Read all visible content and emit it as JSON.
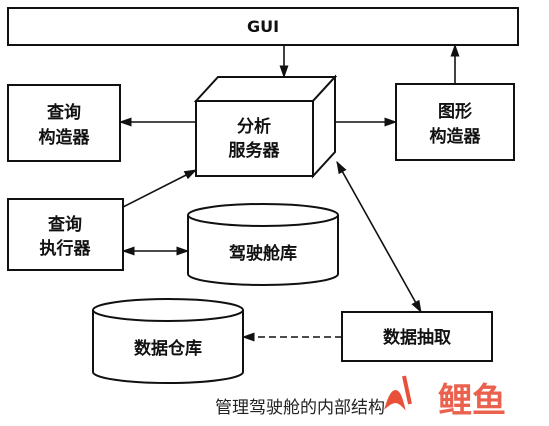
{
  "nodes": {
    "gui": "GUI",
    "query_builder": [
      "查询",
      "构造器"
    ],
    "analysis_server": [
      "分析",
      "服务器"
    ],
    "graphics_builder": [
      "图形",
      "构造器"
    ],
    "query_executor": [
      "查询",
      "执行器"
    ],
    "cockpit_db": "驾驶舱库",
    "data_warehouse": "数据仓库",
    "data_extraction": "数据抽取"
  },
  "caption": "管理驾驶舱的内部结构",
  "watermark": {
    "text": "鲤鱼",
    "colors": [
      "#e8503a",
      "#2bb0b0"
    ]
  }
}
